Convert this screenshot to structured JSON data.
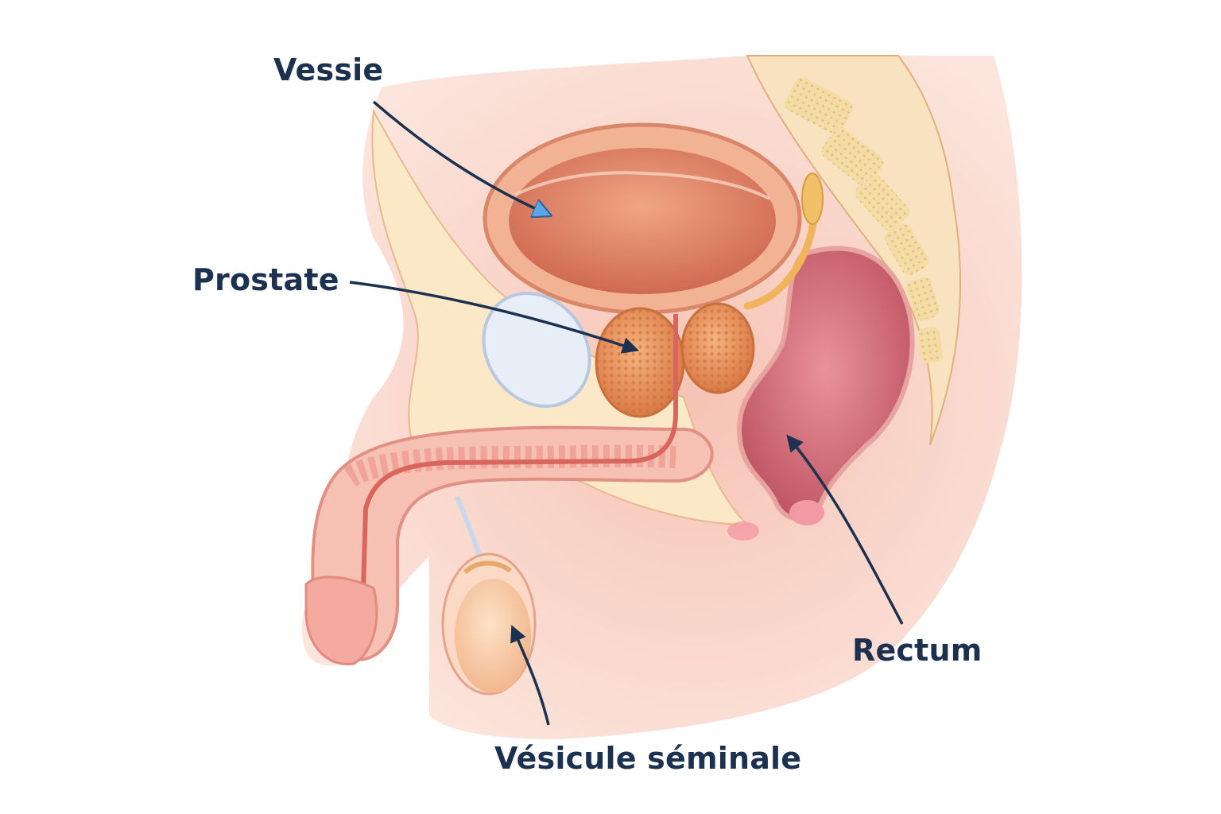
{
  "labels": {
    "vessie": "Vessie",
    "prostate": "Prostate",
    "rectum": "Rectum",
    "vesicule": "Vésicule séminale"
  },
  "colors": {
    "label_text": "#1c3150",
    "arrow": "#1c3150",
    "arrow_highlight": "#5aa6e6",
    "skin": "#f6c9b6",
    "fat": "#fbe8c6",
    "muscle": "#e9968a",
    "bladder": "#d9785f",
    "prostate": "#e79a63",
    "rectum": "#c8626a",
    "bone": "#eed39a"
  }
}
